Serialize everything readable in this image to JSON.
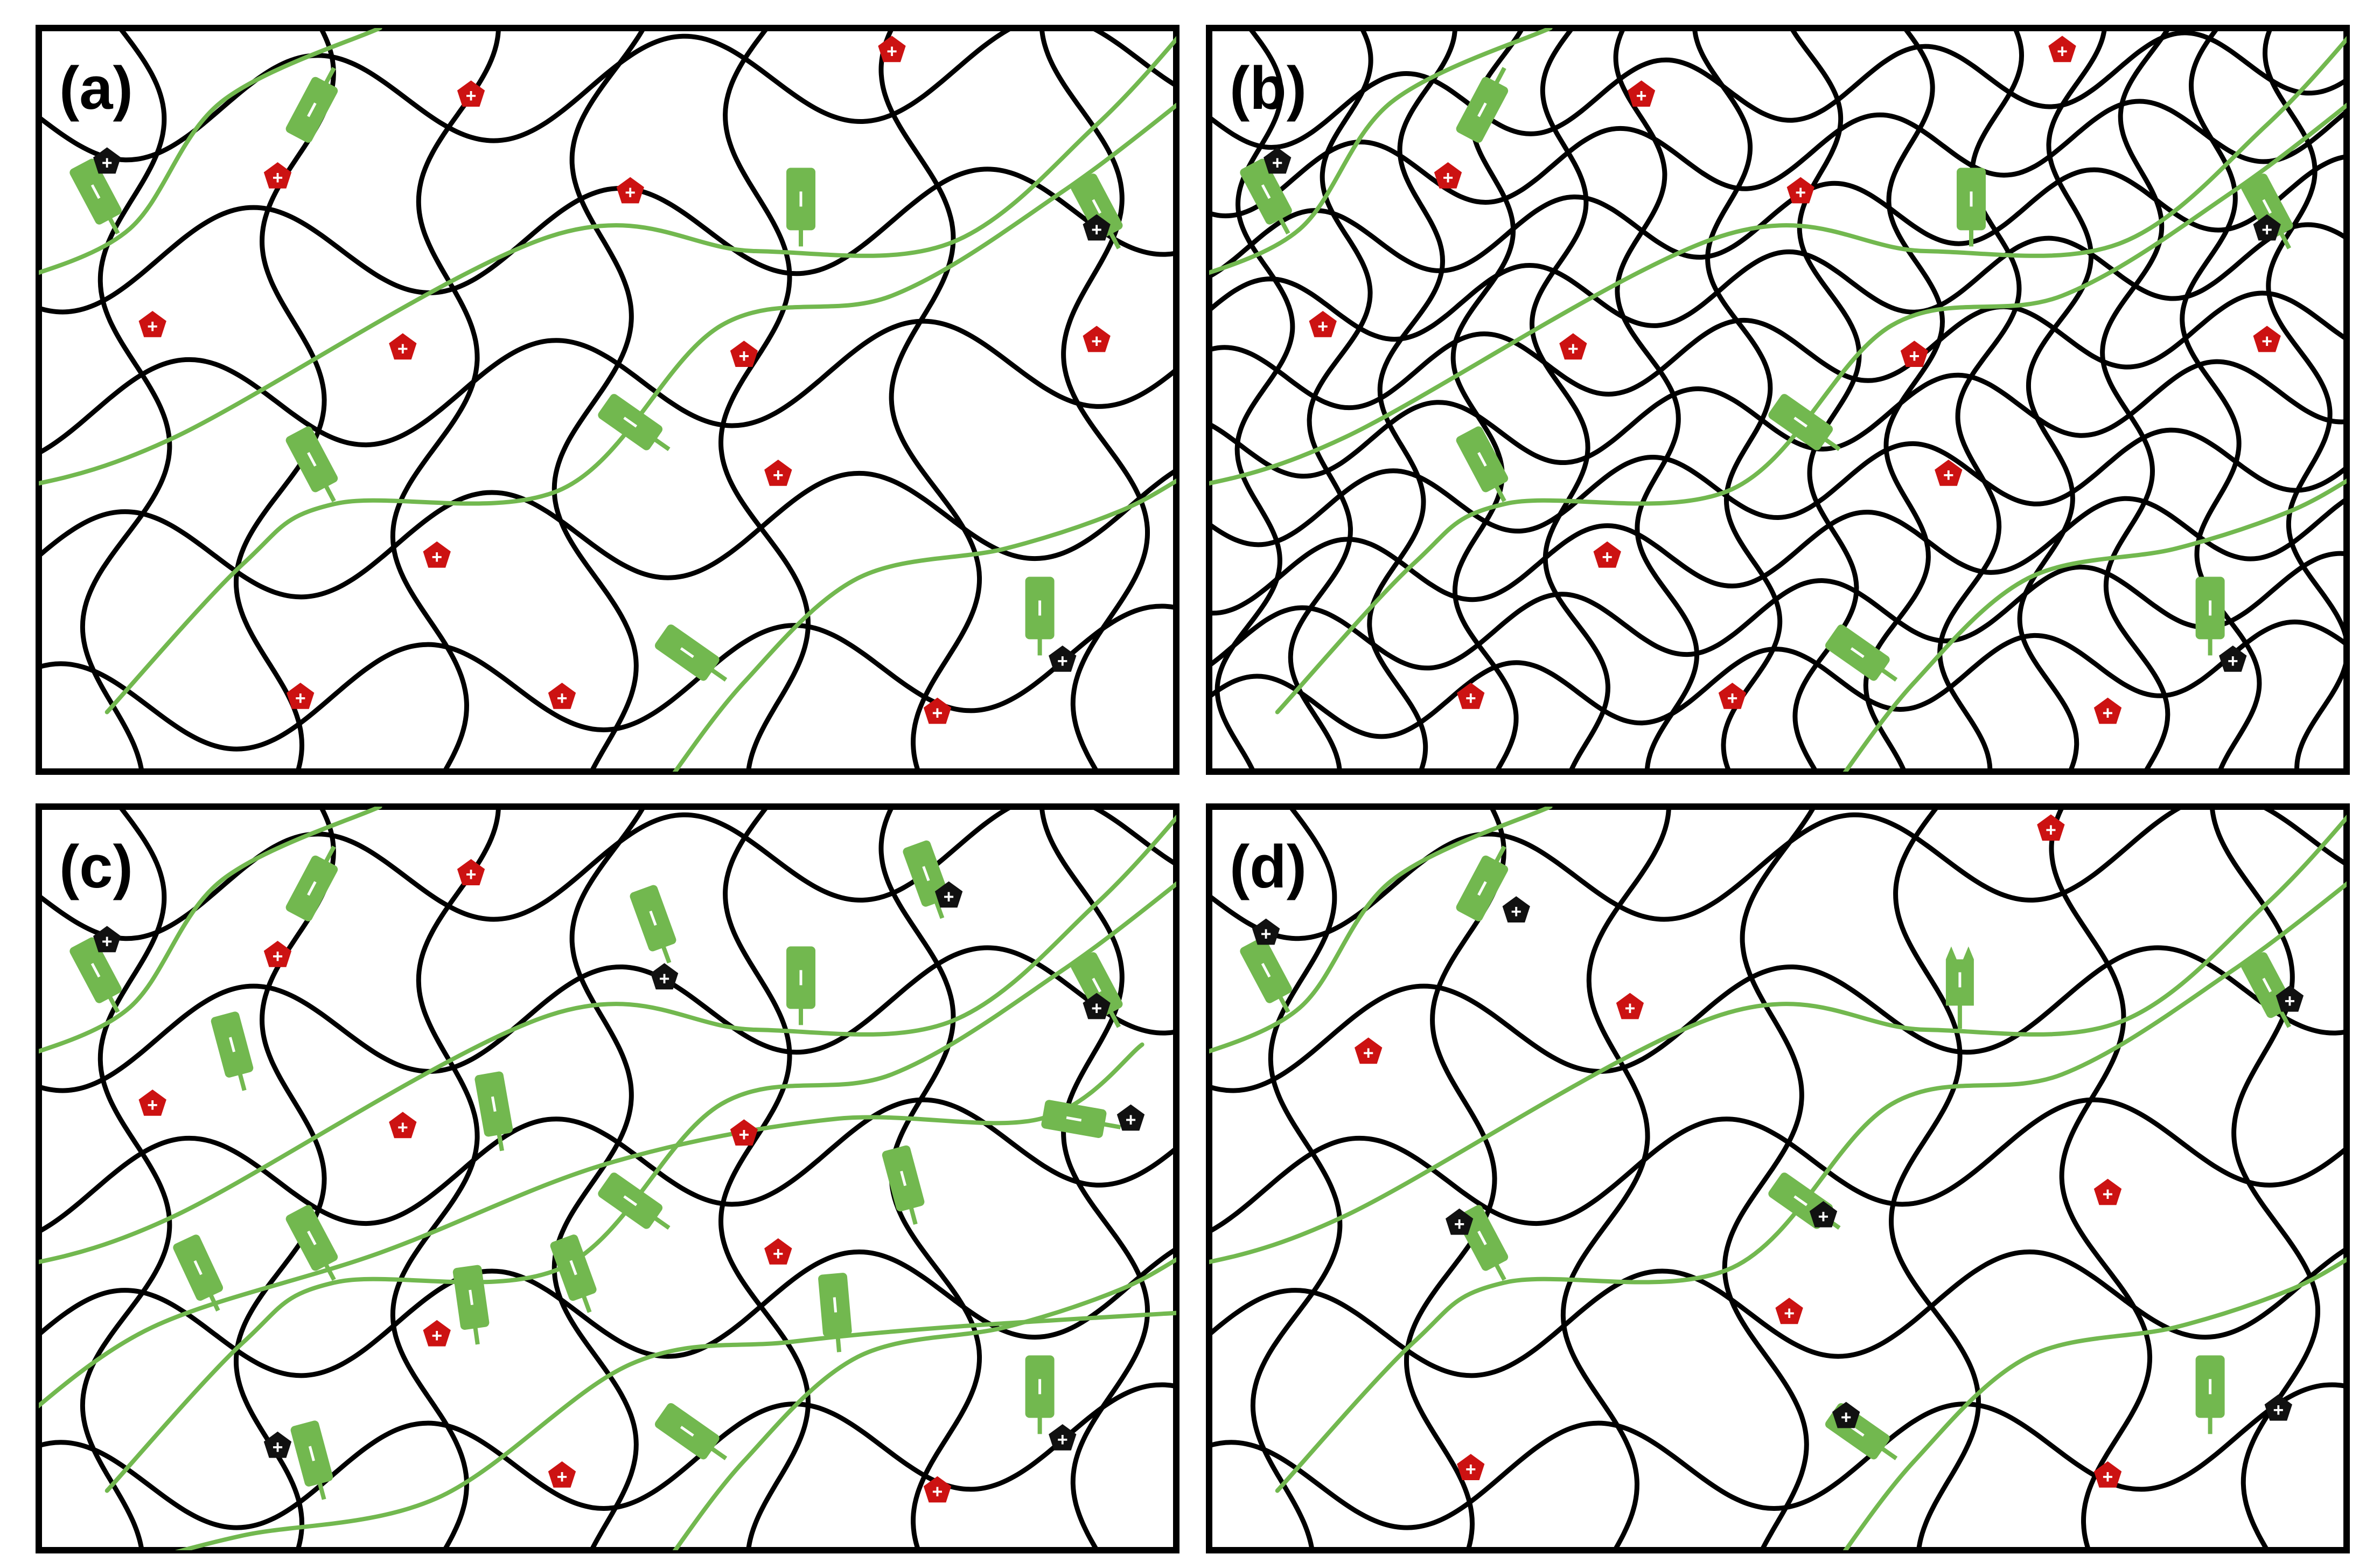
{
  "colors": {
    "network": "#000000",
    "polymer": "#72b84f",
    "free_cation": "#cc1212",
    "bound_cation": "#111111",
    "sign_fill": "#ffffff"
  },
  "symbols": {
    "anion": "–",
    "cation": "+"
  },
  "panels": [
    {
      "label": "(a)",
      "density": 1,
      "chains": 4,
      "anions": [
        [
          0.05,
          0.22,
          62
        ],
        [
          0.24,
          0.11,
          -62
        ],
        [
          0.67,
          0.23,
          90
        ],
        [
          0.93,
          0.24,
          62
        ],
        [
          0.24,
          0.58,
          62
        ],
        [
          0.52,
          0.53,
          35
        ],
        [
          0.57,
          0.84,
          35
        ],
        [
          0.88,
          0.78,
          90
        ]
      ],
      "free_cations": [
        [
          0.21,
          0.2
        ],
        [
          0.38,
          0.09
        ],
        [
          0.52,
          0.22
        ],
        [
          0.75,
          0.03
        ],
        [
          0.1,
          0.4
        ],
        [
          0.32,
          0.43
        ],
        [
          0.62,
          0.44
        ],
        [
          0.93,
          0.42
        ],
        [
          0.65,
          0.6
        ],
        [
          0.35,
          0.71
        ],
        [
          0.23,
          0.9
        ],
        [
          0.46,
          0.9
        ],
        [
          0.79,
          0.92
        ]
      ],
      "bound_cations": [
        [
          0.06,
          0.18
        ],
        [
          0.93,
          0.27
        ],
        [
          0.9,
          0.85
        ]
      ]
    },
    {
      "label": "(b)",
      "density": 2,
      "chains": 4,
      "anions": [
        [
          0.05,
          0.22,
          62
        ],
        [
          0.24,
          0.11,
          -62
        ],
        [
          0.67,
          0.23,
          90
        ],
        [
          0.93,
          0.24,
          62
        ],
        [
          0.24,
          0.58,
          62
        ],
        [
          0.52,
          0.53,
          35
        ],
        [
          0.57,
          0.84,
          35
        ],
        [
          0.88,
          0.78,
          90
        ]
      ],
      "free_cations": [
        [
          0.21,
          0.2
        ],
        [
          0.38,
          0.09
        ],
        [
          0.52,
          0.22
        ],
        [
          0.75,
          0.03
        ],
        [
          0.1,
          0.4
        ],
        [
          0.32,
          0.43
        ],
        [
          0.62,
          0.44
        ],
        [
          0.93,
          0.42
        ],
        [
          0.65,
          0.6
        ],
        [
          0.35,
          0.71
        ],
        [
          0.23,
          0.9
        ],
        [
          0.46,
          0.9
        ],
        [
          0.79,
          0.92
        ]
      ],
      "bound_cations": [
        [
          0.06,
          0.18
        ],
        [
          0.93,
          0.27
        ],
        [
          0.9,
          0.85
        ]
      ]
    },
    {
      "label": "(c)",
      "density": 1,
      "chains": 6,
      "anions": [
        [
          0.05,
          0.22,
          62
        ],
        [
          0.24,
          0.11,
          -62
        ],
        [
          0.67,
          0.23,
          90
        ],
        [
          0.93,
          0.24,
          62
        ],
        [
          0.24,
          0.58,
          62
        ],
        [
          0.52,
          0.53,
          35
        ],
        [
          0.57,
          0.84,
          35
        ],
        [
          0.88,
          0.78,
          90
        ],
        [
          0.17,
          0.32,
          75
        ],
        [
          0.4,
          0.4,
          80
        ],
        [
          0.54,
          0.15,
          70
        ],
        [
          0.78,
          0.09,
          70
        ],
        [
          0.14,
          0.62,
          65
        ],
        [
          0.47,
          0.62,
          70
        ],
        [
          0.76,
          0.5,
          75
        ],
        [
          0.38,
          0.66,
          82
        ],
        [
          0.7,
          0.67,
          85
        ],
        [
          0.91,
          0.42,
          10
        ],
        [
          0.24,
          0.87,
          75
        ]
      ],
      "free_cations": [
        [
          0.21,
          0.2
        ],
        [
          0.38,
          0.09
        ],
        [
          0.1,
          0.4
        ],
        [
          0.32,
          0.43
        ],
        [
          0.62,
          0.44
        ],
        [
          0.65,
          0.6
        ],
        [
          0.35,
          0.71
        ],
        [
          0.46,
          0.9
        ],
        [
          0.79,
          0.92
        ]
      ],
      "bound_cations": [
        [
          0.06,
          0.18
        ],
        [
          0.93,
          0.27
        ],
        [
          0.9,
          0.85
        ],
        [
          0.8,
          0.12
        ],
        [
          0.55,
          0.23
        ],
        [
          0.96,
          0.42
        ],
        [
          0.21,
          0.86
        ]
      ]
    },
    {
      "label": "(d)",
      "density": 1,
      "chains": 4,
      "broken_anion": [
        0.66,
        0.23
      ],
      "anions": [
        [
          0.05,
          0.22,
          62
        ],
        [
          0.24,
          0.11,
          -62
        ],
        [
          0.93,
          0.24,
          62
        ],
        [
          0.24,
          0.58,
          62
        ],
        [
          0.52,
          0.53,
          35
        ],
        [
          0.57,
          0.84,
          35
        ],
        [
          0.88,
          0.78,
          90
        ]
      ],
      "free_cations": [
        [
          0.14,
          0.33
        ],
        [
          0.37,
          0.27
        ],
        [
          0.74,
          0.03
        ],
        [
          0.79,
          0.52
        ],
        [
          0.51,
          0.68
        ],
        [
          0.23,
          0.89
        ],
        [
          0.79,
          0.9
        ]
      ],
      "bound_cations": [
        [
          0.05,
          0.17
        ],
        [
          0.27,
          0.14
        ],
        [
          0.95,
          0.26
        ],
        [
          0.22,
          0.56
        ],
        [
          0.54,
          0.55
        ],
        [
          0.56,
          0.82
        ],
        [
          0.94,
          0.81
        ]
      ]
    }
  ]
}
